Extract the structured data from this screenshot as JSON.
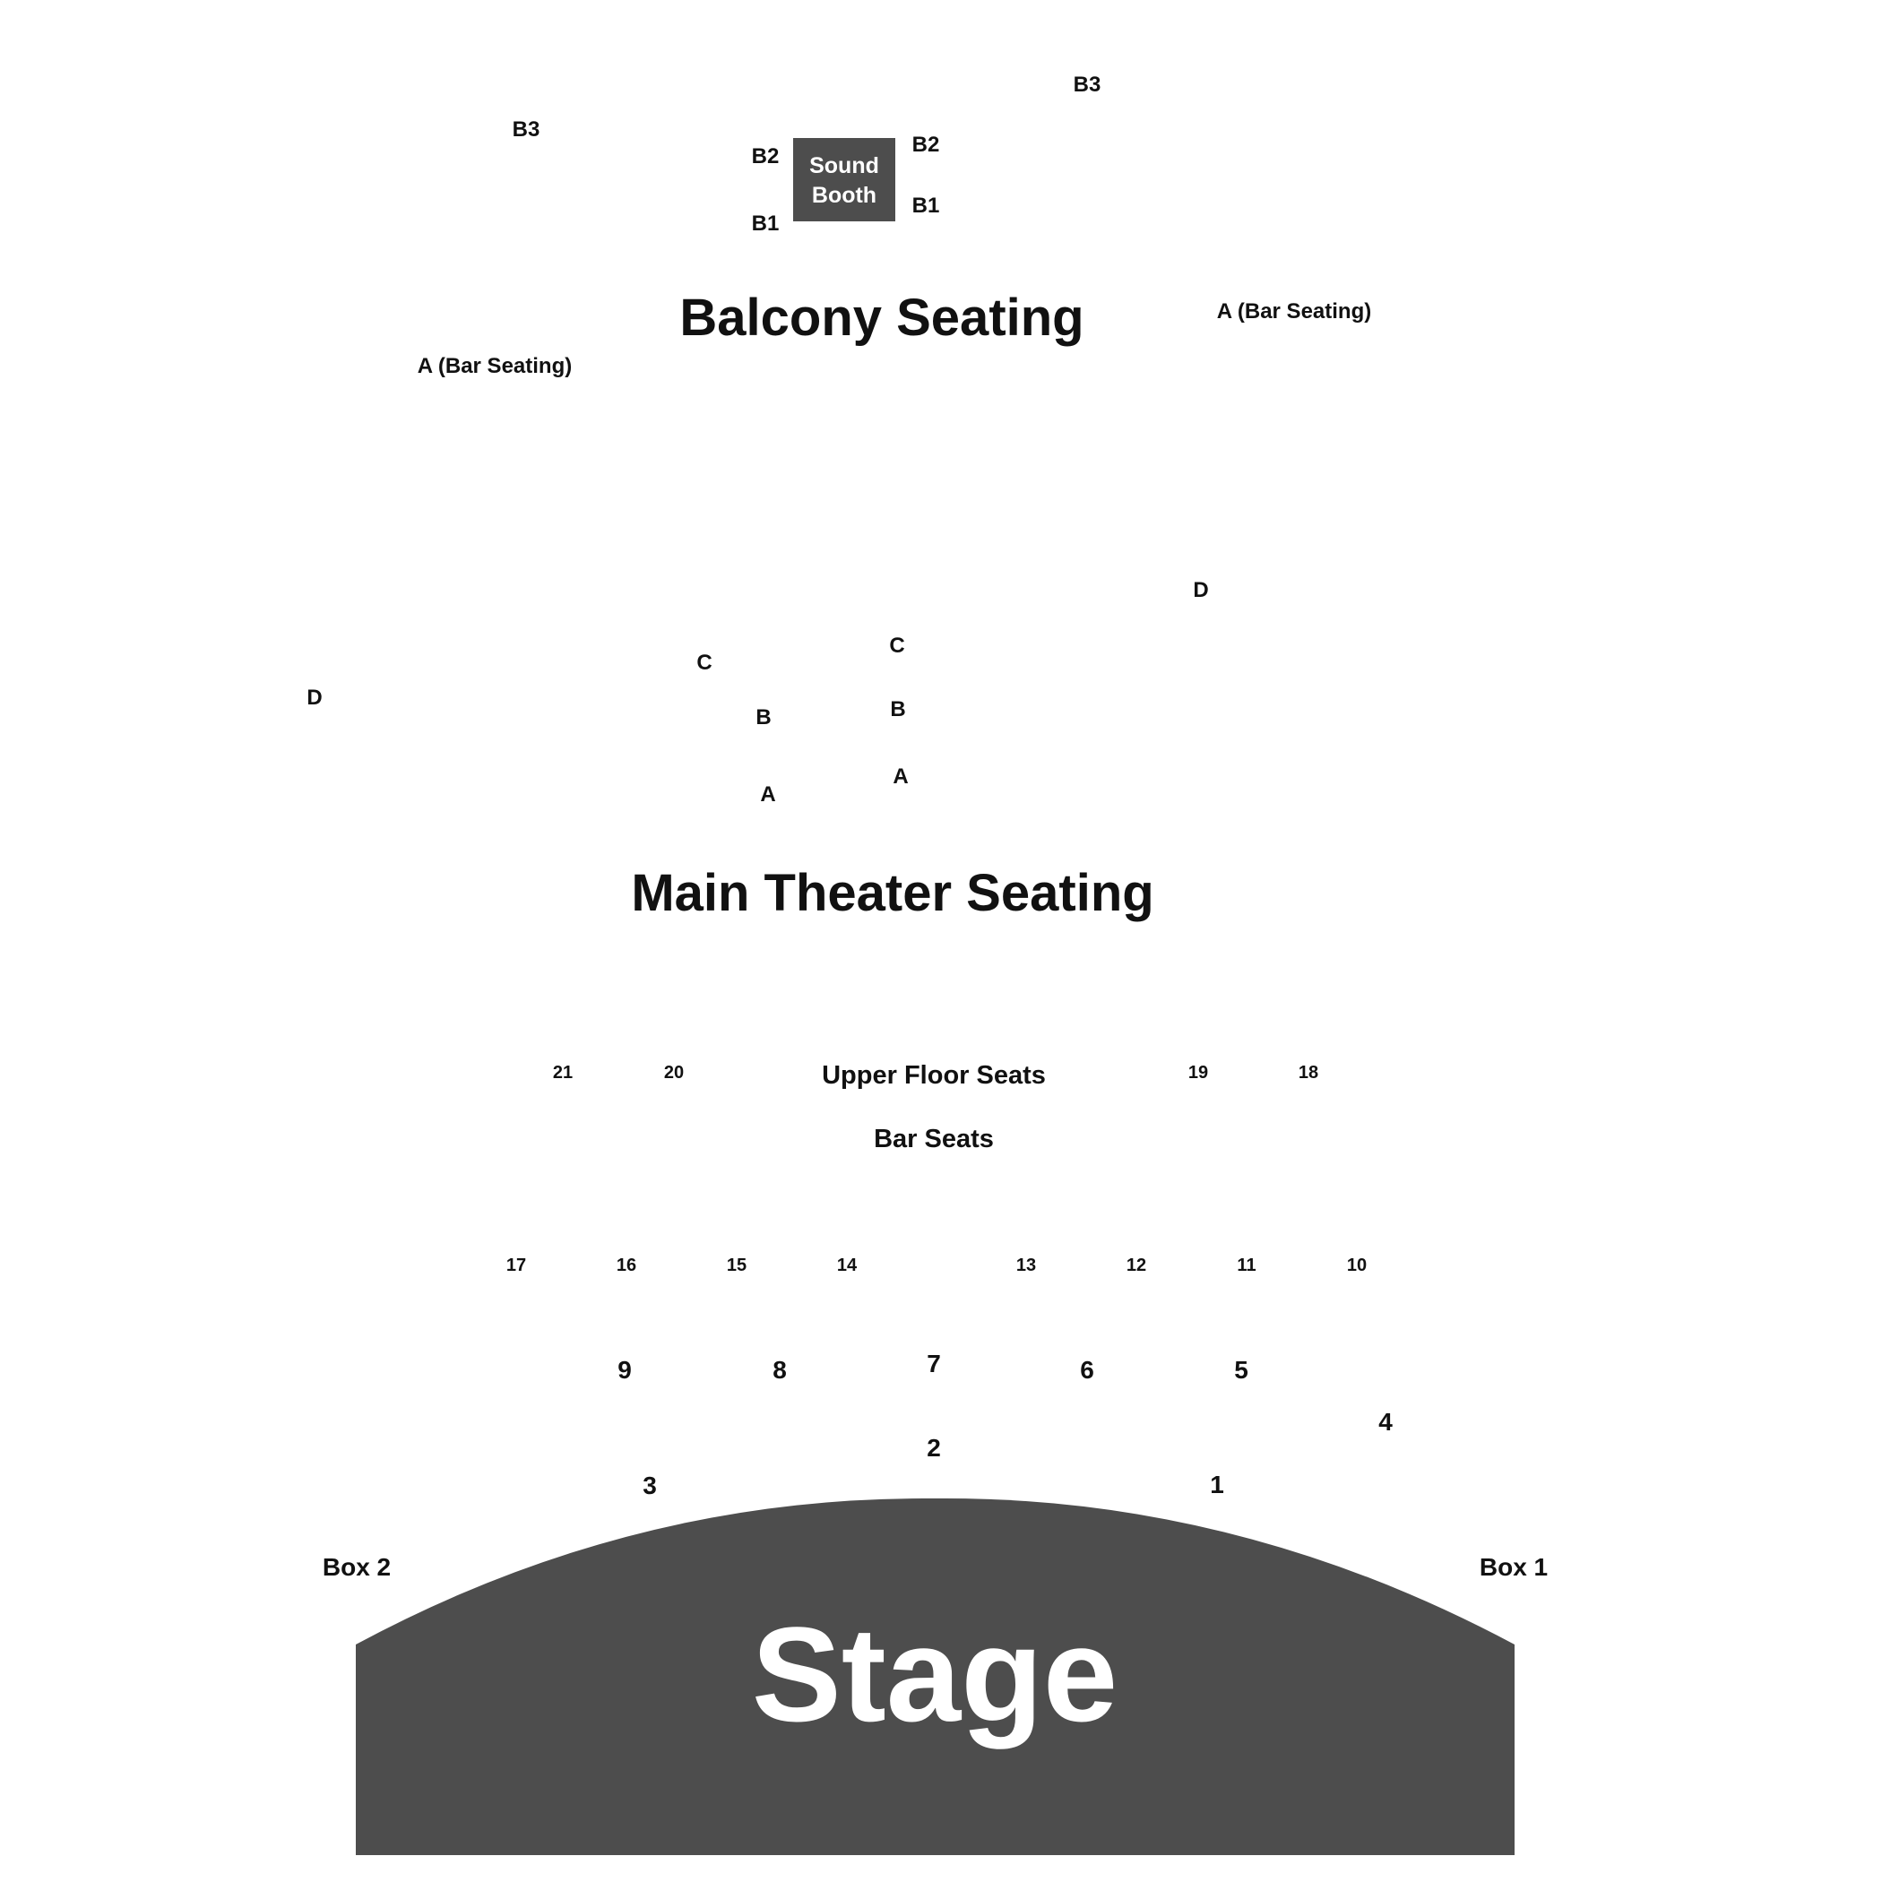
{
  "colors": {
    "shape_fill": "#4d4d4d",
    "label_text": "#111111",
    "shape_text": "#ffffff",
    "background": "#ffffff"
  },
  "stage": {
    "label": "Stage"
  },
  "sound_booth": {
    "line1": "Sound",
    "line2": "Booth"
  },
  "sections": {
    "balcony": "Balcony Seating",
    "main": "Main Theater Seating",
    "upper_floor": "Upper Floor Seats",
    "bar": "Bar Seats"
  },
  "rows": {
    "b3_left": "B3",
    "b3_right": "B3",
    "b2_left": "B2",
    "b2_right": "B2",
    "b1_left": "B1",
    "b1_right": "B1",
    "a_bar_left": "A (Bar Seating)",
    "a_bar_right": "A (Bar Seating)",
    "d_left": "D",
    "d_right": "D",
    "c_left": "C",
    "c_right": "C",
    "b_left": "B",
    "b_right": "B",
    "a_left": "A",
    "a_right": "A"
  },
  "boxes": {
    "left": "Box 2",
    "right": "Box 1"
  },
  "table_numbers": {
    "t1": "1",
    "t2": "2",
    "t3": "3",
    "t4": "4",
    "t5": "5",
    "t6": "6",
    "t7": "7",
    "t8": "8",
    "t9": "9",
    "t10": "10",
    "t11": "11",
    "t12": "12",
    "t13": "13",
    "t14": "14",
    "t15": "15",
    "t16": "16",
    "t17": "17",
    "t18": "18",
    "t19": "19",
    "t20": "20",
    "t21": "21"
  }
}
